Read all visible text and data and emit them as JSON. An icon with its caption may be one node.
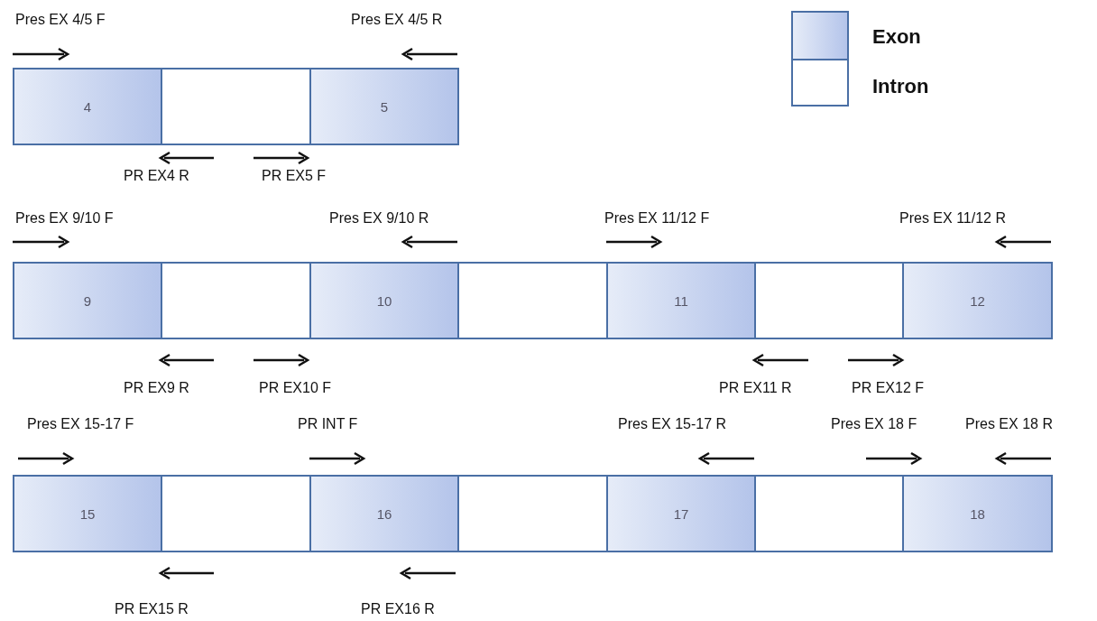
{
  "diagram": {
    "nodes": [
      {
        "text": [
          "4"
        ]
      },
      {
        "text": [],
        "shape": "box"
      },
      {
        "text": [
          "5"
        ]
      },
      {
        "text": [
          "9"
        ]
      },
      {
        "text": [],
        "shape": "box"
      },
      {
        "text": [
          "10"
        ]
      },
      {
        "text": [],
        "shape": "box"
      },
      {
        "text": [
          "11"
        ]
      },
      {
        "text": [],
        "shape": "box"
      },
      {
        "text": [
          "12"
        ]
      },
      {
        "text": [
          "15"
        ]
      },
      {
        "text": [],
        "shape": "box"
      },
      {
        "text": [
          "16"
        ]
      },
      {
        "text": [],
        "shape": "box"
      },
      {
        "text": [
          "17"
        ]
      },
      {
        "text": [],
        "shape": "box"
      },
      {
        "text": [
          "18"
        ]
      }
    ],
    "edges": [],
    "labels": [
      "Pres EX 4/5 F",
      "Pres EX 4/5 R",
      "PR EX4 R",
      "PR EX5 F",
      "Pres EX 9/10 F",
      "Pres EX 9/10 R",
      "Pres EX 11/12 F",
      "Pres EX 11/12 R",
      "PR EX9 R",
      "PR EX10 F",
      "PR EX11 R",
      "PR EX12 F",
      "Pres EX 15-17 F",
      "PR INT F",
      "Pres EX 15-17 R",
      "Pres EX 18 F",
      "Pres EX 18 R",
      "PR EX15 R",
      "PR EX16 R"
    ],
    "legend": [
      {
        "text": "Exon",
        "color": "#b4c4ea"
      },
      {
        "text": "Intron",
        "color": "#ffffff"
      }
    ]
  }
}
